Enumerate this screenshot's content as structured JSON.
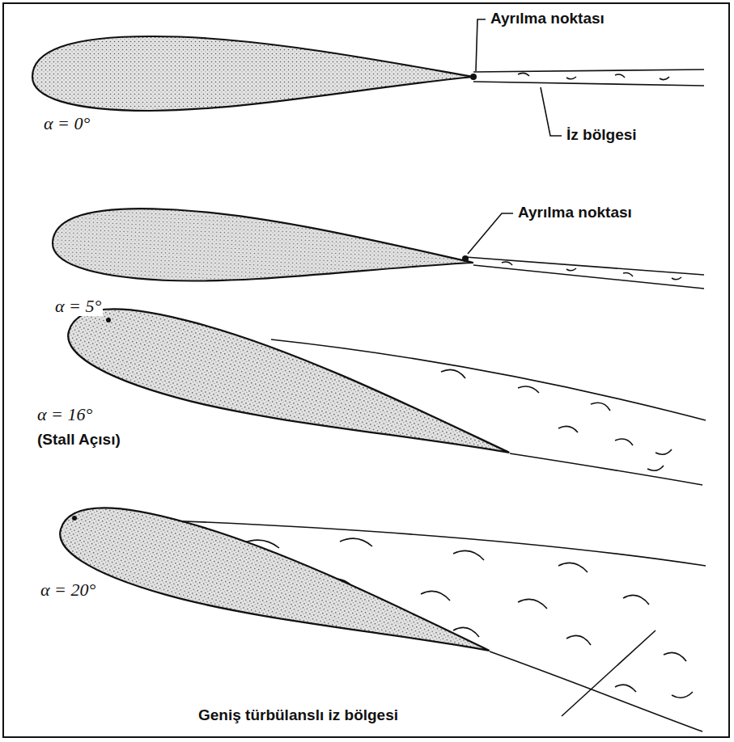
{
  "diagram": {
    "labels": [
      "Ayrılma noktası",
      "α = 0°",
      "İz bölgesi",
      "Ayrılma noktası",
      "α = 5°",
      "α = 16°",
      "(Stall Açısı)",
      "α = 20°",
      "Geniş türbülanslı iz bölgesi"
    ]
  }
}
